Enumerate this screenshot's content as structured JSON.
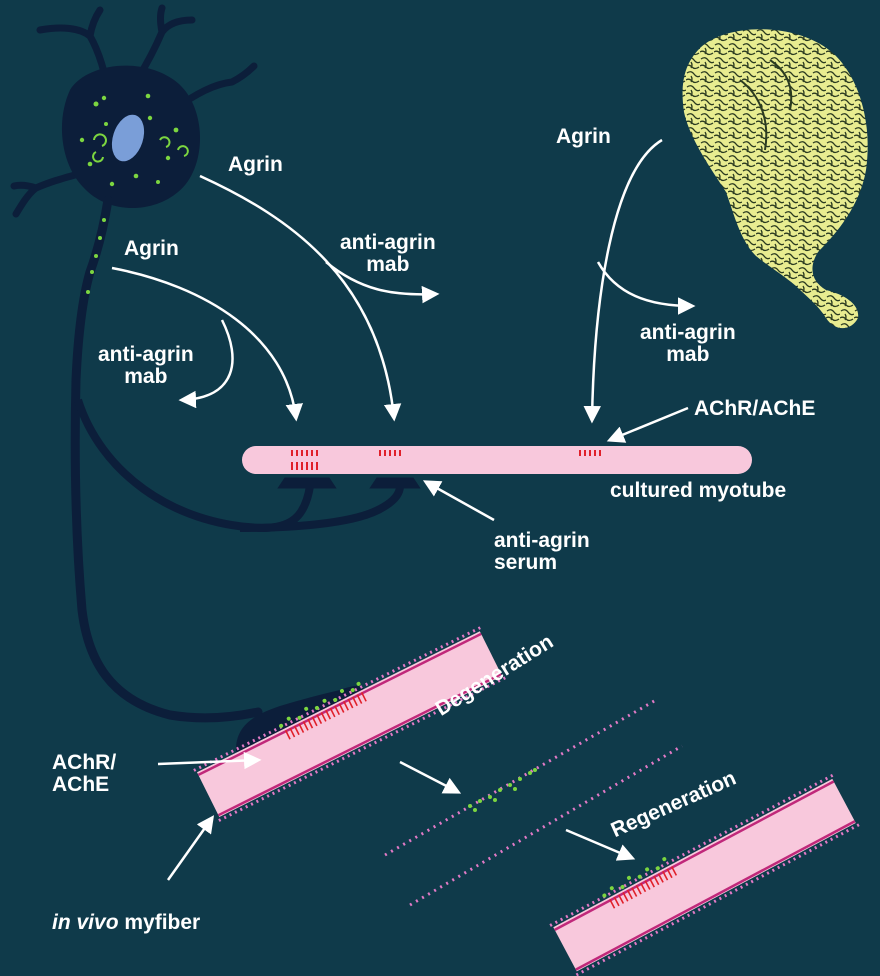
{
  "labels": {
    "agrin_neuron_right": "Agrin",
    "agrin_neuron_left": "Agrin",
    "agrin_brain": "Agrin",
    "mab_neuron_right": "anti-agrin\nmab",
    "mab_neuron_left": "anti-agrin\nmab",
    "mab_brain": "anti-agrin\nmab",
    "achr_top": "AChR/AChE",
    "cultured_myotube": "cultured myotube",
    "anti_agrin_serum": "anti-agrin\nserum",
    "achr_bottom": "AChR/\nAChE",
    "in_vivo_italic": "in vivo",
    "myfiber": " myfiber",
    "degeneration": "Degeneration",
    "regeneration": "Regeneration"
  },
  "colors": {
    "background": "#0f3a4a",
    "neuron": "#0c1e3a",
    "nucleus": "#7a9ed8",
    "agrin_granule": "#7cd640",
    "myotube": "#f8c8dc",
    "receptor_cluster": "#e0202a",
    "basal_lamina": "#e27ac6",
    "brain": "#e8ec90",
    "arrow": "#ffffff"
  }
}
